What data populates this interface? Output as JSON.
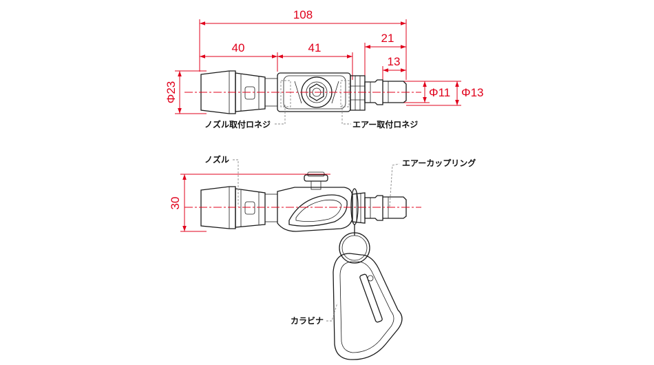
{
  "colors": {
    "dimension": "#e0001b",
    "outline": "#1a1a1a",
    "leader": "#8a8a8a"
  },
  "dimensions": {
    "overall_length": "108",
    "nozzle_section": "40",
    "body_section": "41",
    "plug_length": "21",
    "plug_tip_length": "13",
    "nozzle_diameter": "Φ23",
    "plug_diameter_small": "Φ11",
    "plug_diameter_large": "Φ13",
    "side_height": "30"
  },
  "labels": {
    "nozzle_thread": "ノズル取付ロネジ",
    "air_thread": "エアー取付ロネジ",
    "nozzle": "ノズル",
    "air_coupling": "エアーカップリング",
    "carabiner": "カラビナ"
  }
}
